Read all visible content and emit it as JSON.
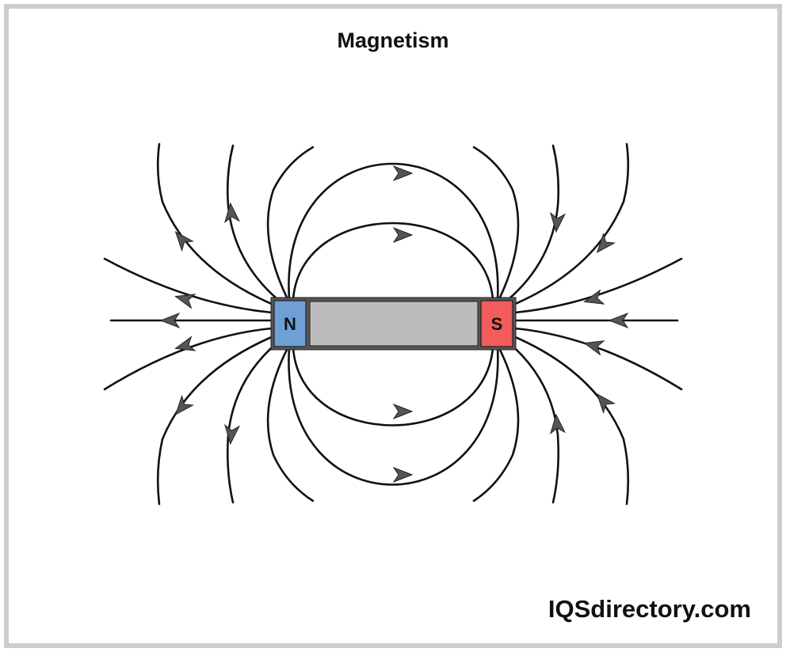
{
  "title": "Magnetism",
  "magnet": {
    "north_label": "N",
    "south_label": "S",
    "north_color": "#6e9fd6",
    "south_color": "#f25c5c",
    "body_color": "#bcbcbc"
  },
  "brand": "IQSdirectory.com",
  "colors": {
    "line": "#111111",
    "arrow": "#555555",
    "frame": "#cdcdcd"
  }
}
